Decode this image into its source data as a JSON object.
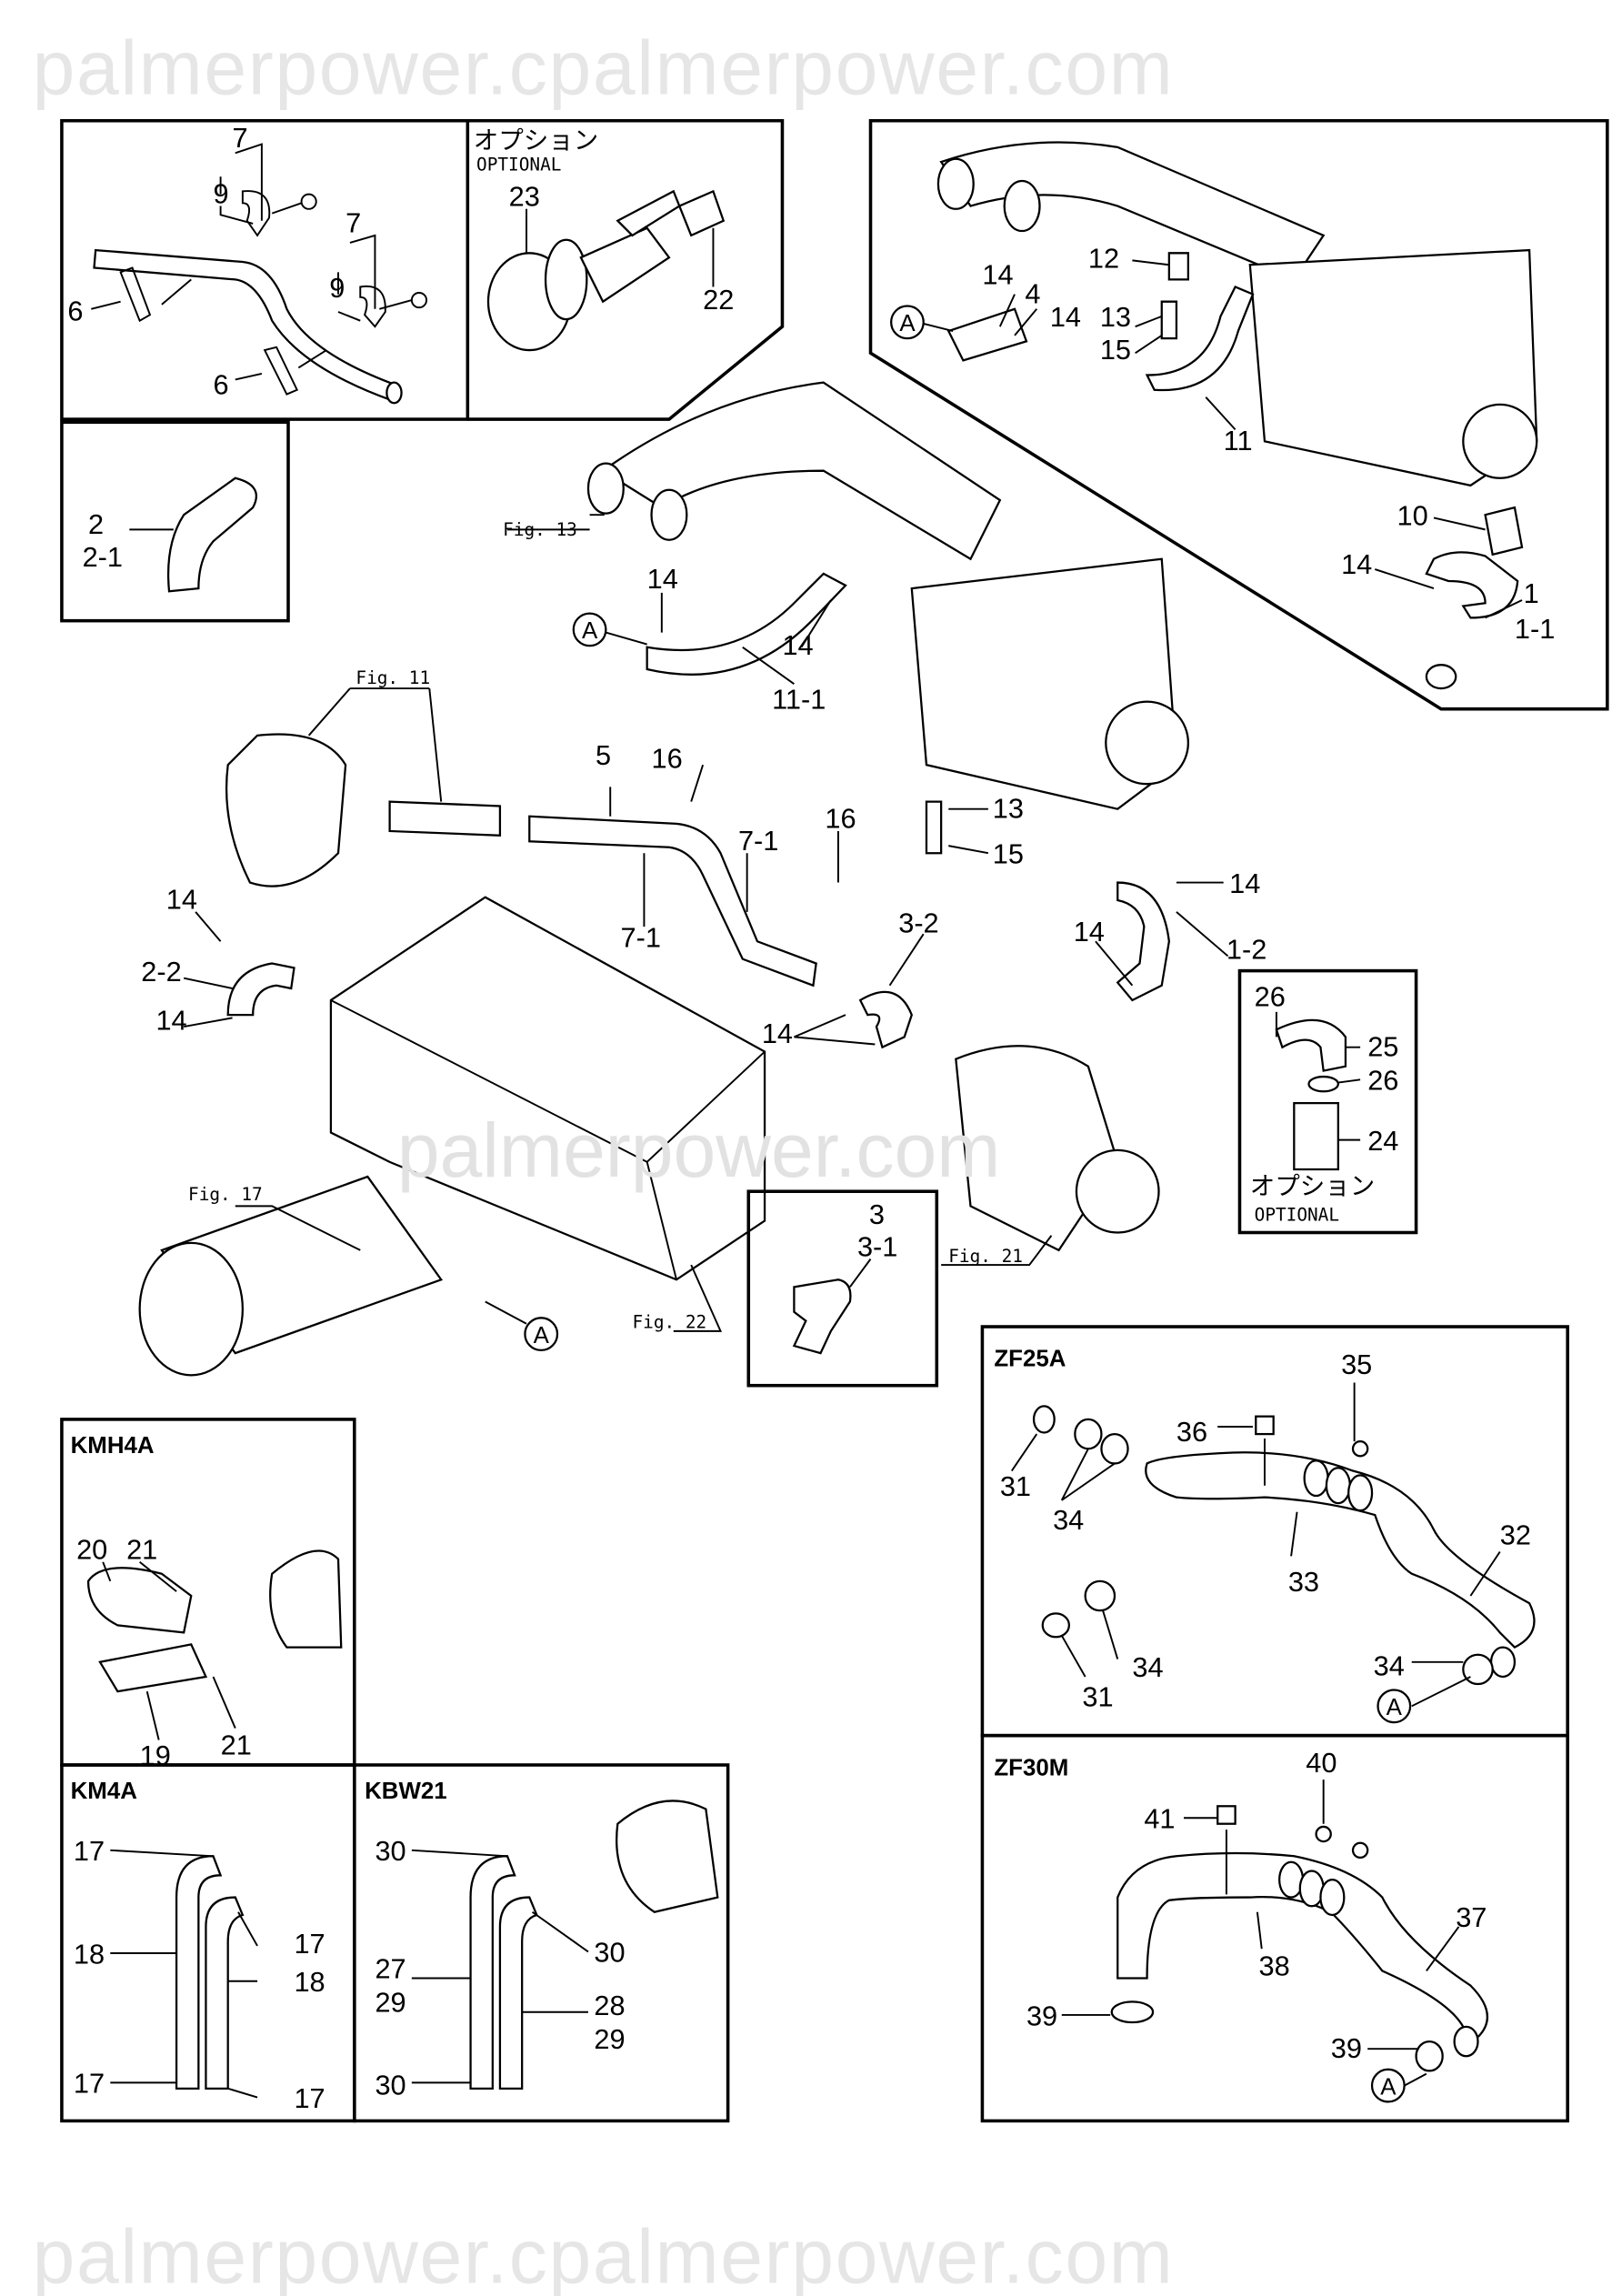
{
  "watermark": {
    "top": "palmerpower.cpalmerpower.com",
    "middle": "palmerpower.com",
    "bottom": "palmerpower.cpalmerpower.com"
  },
  "panels": {
    "optional_jp": "オプション",
    "optional_en": "OPTIONAL",
    "kmh4a": "KMH4A",
    "km4a": "KM4A",
    "kbw21": "KBW21",
    "zf25a": "ZF25A",
    "zf30m": "ZF30M"
  },
  "figure_refs": {
    "fig13": "Fig. 13",
    "fig11": "Fig. 11",
    "fig17": "Fig. 17",
    "fig21": "Fig. 21",
    "fig22": "Fig. 22"
  },
  "connector_marker": "A",
  "callouts": {
    "bracket_box": [
      "7",
      "9",
      "7",
      "9",
      "6",
      "6"
    ],
    "optional_box": [
      "23",
      "22"
    ],
    "elbow_box": [
      "2",
      "2-1"
    ],
    "topright_box": [
      "12",
      "14",
      "4",
      "14",
      "13",
      "15",
      "11",
      "10",
      "14",
      "1",
      "1-1"
    ],
    "main": [
      "14",
      "14",
      "11-1",
      "5",
      "16",
      "16",
      "7-1",
      "7-1",
      "13",
      "15",
      "14",
      "1-2",
      "14",
      "3-2",
      "14",
      "2-2",
      "14",
      "14"
    ],
    "optional_box2": [
      "26",
      "25",
      "26",
      "24"
    ],
    "elbow_box3": [
      "3",
      "3-1"
    ],
    "kmh4a": [
      "20",
      "21",
      "19",
      "21"
    ],
    "km4a": [
      "17",
      "17",
      "18",
      "18",
      "17",
      "17"
    ],
    "kbw21": [
      "30",
      "30",
      "27",
      "29",
      "28",
      "29",
      "30"
    ],
    "zf25a": [
      "35",
      "36",
      "31",
      "34",
      "33",
      "32",
      "31",
      "34",
      "34"
    ],
    "zf30m": [
      "40",
      "41",
      "37",
      "38",
      "39",
      "39"
    ]
  }
}
